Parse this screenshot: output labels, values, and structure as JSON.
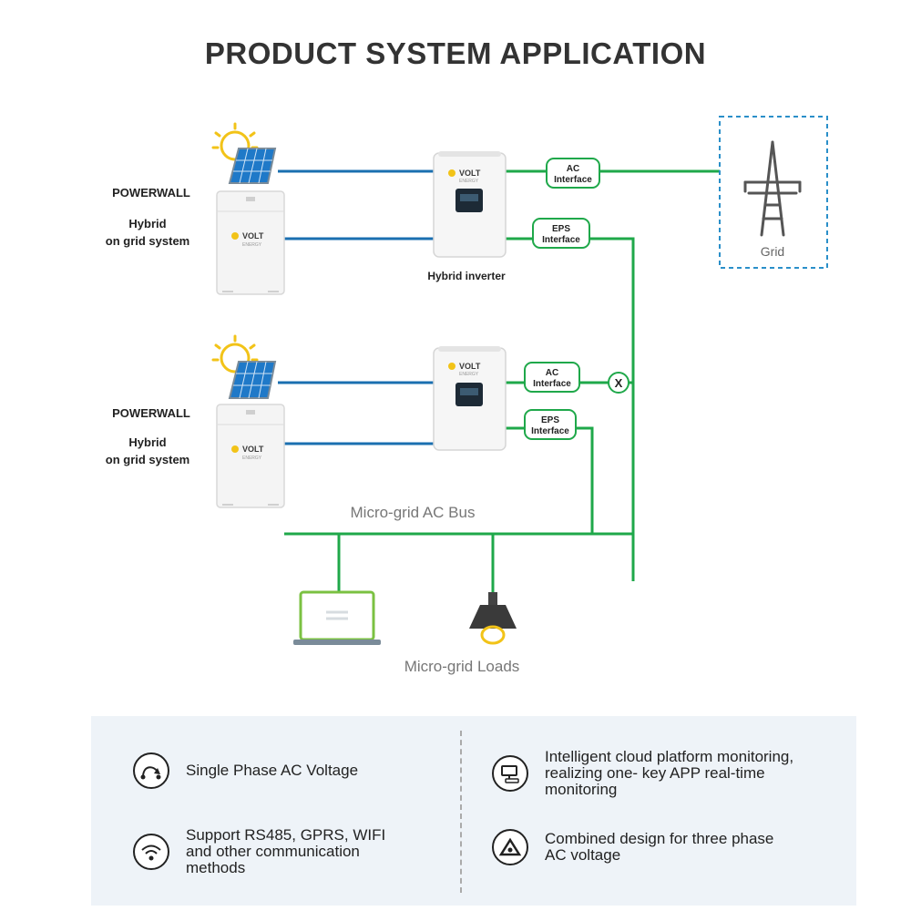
{
  "title": "PRODUCT SYSTEM APPLICATION",
  "system_top": {
    "name": "POWERWALL",
    "desc1": "Hybrid",
    "desc2": "on grid system"
  },
  "system_bottom": {
    "name": "POWERWALL",
    "desc1": "Hybrid",
    "desc2": "on grid system"
  },
  "battery_logo": {
    "brand": "VOLT",
    "sub": "ENERGY"
  },
  "inverter_logo": {
    "brand": "VOLT",
    "sub": "ENERGY"
  },
  "inverter_label": "Hybrid inverter",
  "interfaces": {
    "ac_line1": "AC",
    "ac_line2": "Interface",
    "eps_line1": "EPS",
    "eps_line2": "Interface"
  },
  "grid_label": "Grid",
  "switch_label": "X",
  "bus_label": "Micro-grid AC Bus",
  "loads_label": "Micro-grid Loads",
  "colors": {
    "green_line": "#1fa84a",
    "blue_line": "#1a6fb0",
    "grid_box": "#2a8fc9",
    "panel_bg": "#eef3f8"
  },
  "features": [
    {
      "text": "Single Phase AC Voltage",
      "icon": "curve-arrow-icon"
    },
    {
      "text": "Support RS485, GPRS, WIFI\nand other communication\nmethods",
      "icon": "wifi-icon"
    },
    {
      "text": "Intelligent cloud platform monitoring,\nrealizing one- key APP real-time\nmonitoring",
      "icon": "monitor-icon"
    },
    {
      "text": "Combined design for three phase\nAC voltage",
      "icon": "triangle-icon"
    }
  ]
}
